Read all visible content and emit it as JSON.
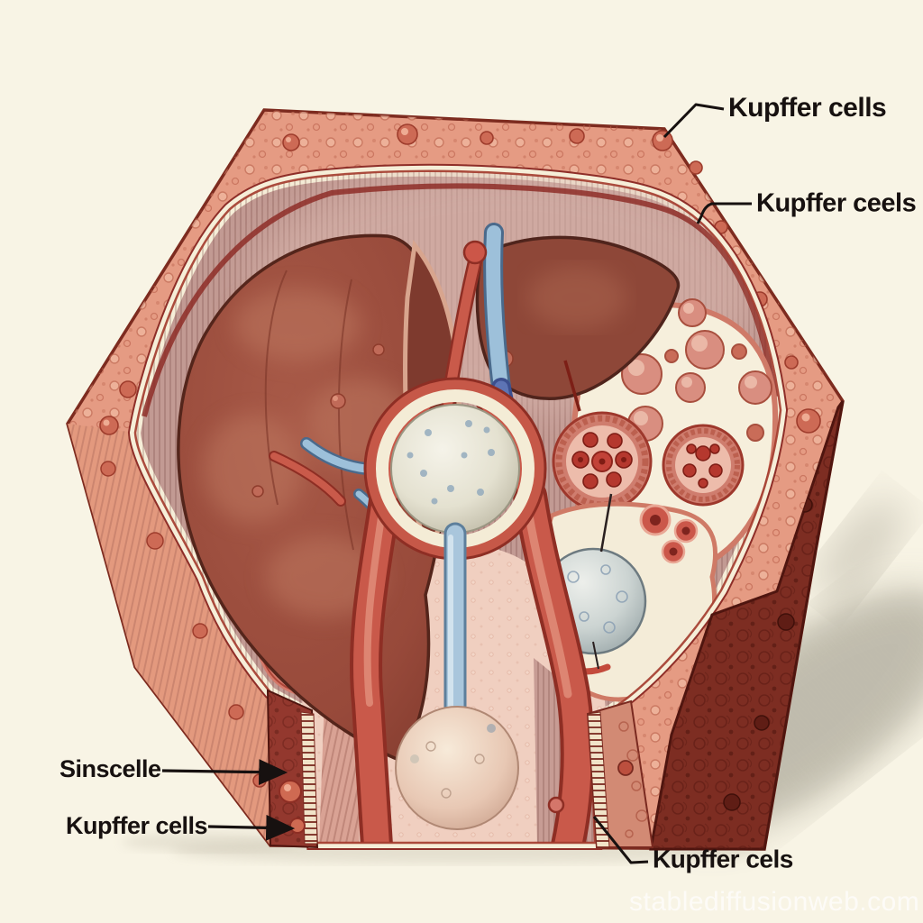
{
  "figure": {
    "subject": "liver-lobule-cross-section-illustration"
  },
  "labels": {
    "kupffer_top": "Kupffer cells",
    "kupffer_right": "Kupffer ceels",
    "sinscelle": "Sinscelle",
    "kupffer_bottom_left": "Kupffer cells",
    "kupffer_bottom_right": "Kupffer cels"
  },
  "watermark": "stablediffusionweb.com",
  "palette": {
    "background": "#f8f4e5",
    "wall_salmon": "#e59b83",
    "wall_outline": "#7d2b1f",
    "interior_mauve": "#c29a93",
    "cream_band": "#f6eed8",
    "dark_red_line": "#8e2e28",
    "liver_brown": "#9b5142",
    "vessel_red": "#c25746",
    "vessel_blue": "#a9c6dc",
    "navy_cell": "#2f3f8c",
    "white_cell": "#e9e7dc",
    "gray_cell": "#ccd4d2",
    "pale_tissue": "#f0cfc0",
    "side_face_maroon": "#7d2d22",
    "label_text": "#171110",
    "watermark_color": "#ffffff"
  }
}
